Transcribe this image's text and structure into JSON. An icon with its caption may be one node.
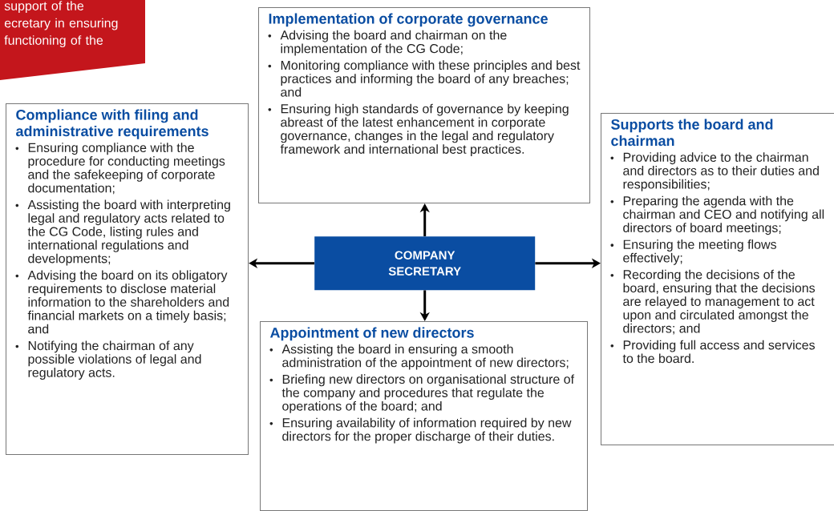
{
  "diagram": {
    "nodes": [
      {
        "text": [
          "support of the ecretary in ensuring functioning of the"
        ]
      },
      {
        "text": [
          "Implementation of corporate governance",
          "Advising the board and chairman on the implementation of the CG Code;",
          "Monitoring compliance with these principles and best practices and informing the board of any breaches; and",
          "Ensuring high standards of governance by keeping abreast of the latest enhancement in corporate governance, changes in the legal and regulatory framework and international best practices."
        ]
      },
      {
        "text": [
          "Compliance with filing and administrative requirements",
          "Ensuring compliance with the procedure for conducting meetings and the safekeeping of corporate documentation;",
          "Assisting the board with interpreting legal and regulatory acts related to the CG Code, listing rules and international regulations and developments;",
          "Advising the board on its obligatory requirements to disclose material information to the shareholders and financial markets on a timely basis; and",
          "Notifying the chairman of any possible violations of legal and regulatory acts."
        ]
      },
      {
        "text": [
          "COMPANY SECRETARY"
        ]
      },
      {
        "text": [
          "Supports the board and chairman",
          "Providing advice to the chairman and directors as to their duties and responsibilities;",
          "Preparing the agenda with the chairman and CEO and notifying all directors of board meetings;",
          "Ensuring the meeting flows effectively;",
          "Recording the decisions of the board, ensuring that the decisions are relayed to management to act upon and circulated amongst the directors; and",
          "Providing full access and services to the board."
        ]
      },
      {
        "text": [
          "Appointment of new directors",
          "Assisting the board in ensuring a smooth administration of the appointment of new directors;",
          "Briefing new directors on organisational structure of the company and procedures that regulate the operations of the board; and",
          "Ensuring availability of information required by new directors for the proper discharge of their duties."
        ]
      }
    ],
    "edges": [
      {
        "from": 3,
        "to": 1,
        "arrow": "to"
      },
      {
        "from": 3,
        "to": 2,
        "arrow": "to"
      },
      {
        "from": 3,
        "to": 4,
        "arrow": "to"
      },
      {
        "from": 3,
        "to": 5,
        "arrow": "to"
      }
    ]
  }
}
